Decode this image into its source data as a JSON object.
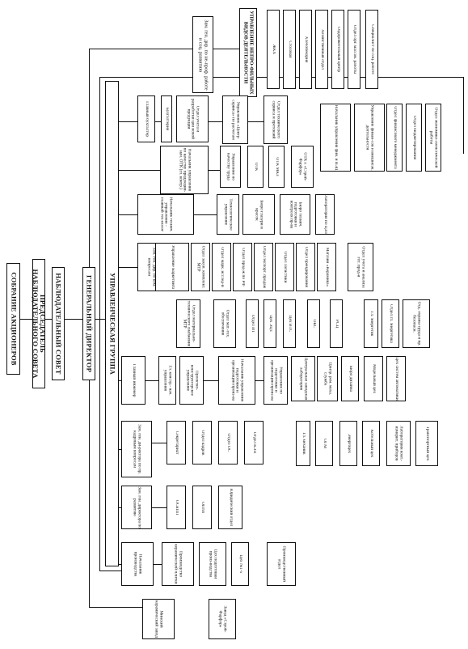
{
  "diagram": {
    "top": {
      "assembly": "СОБРАНИЕ АКЦИОНЕРОВ",
      "board_chair": "ПРЕДСЕДАТЕЛЬ НАБЛЮДАТЕЛЬНОГО СОВЕТА",
      "board": "НАБЛЮДАТЕЛЬНЫЙ СОВЕТ",
      "gen_director": "ГЕНЕРАЛЬНЫЙ ДИРЕКТОР",
      "mgmt_group": "УПРАВЛЕНЧЕСКАЯ ГРУППА"
    },
    "nonprofile": {
      "deputy": "Зам. ген. дир. по не-проф. работе и соц. развитию",
      "head": "УПРАВЛЕНИЕ НЕПРО-ФИЛЬНЫХ ВИДОВ ДЕЯТЕЛЬНОСТИ",
      "items": [
        "ЖКХ",
        "Столовая",
        "Хлебопекарня",
        "Хозяйственный отдел",
        "Оздоровительный центр",
        "Отдел орг. массов. работы",
        "Специалист по соц. работе"
      ]
    },
    "finance": {
      "chief_accountant": "Главный бухгалтер",
      "accounting": "Бухгалтерия",
      "acc_dept": "Отдел учета и разработки цен новой продукции",
      "quality_head": "Начальник управления по качеству продукции-нач. ОТК (гл. контр.)",
      "tech_center": "Управление «Центр сервиса» по расчетам",
      "claims": "Отдел технического сервиса и претензий",
      "quality_mgmt": "Управление по качеству труда",
      "otk": "ОТК",
      "otk_mkz": "ОТК МКЗ",
      "otk_sf": "ОТК г. «Строй-Фарфор»",
      "fin_head": "Начальник управления фин. и ВЭД",
      "fin_mgmt": "Управление финан-сов и внешнеэк. деятельности",
      "fin_dept": "Отдел финансового менеджмента",
      "budget_dept": "Отдел бюджетирования",
      "econ_dept": "Отдел экономико-логистической работы"
    },
    "tech": {
      "head": "Начальник технич. управления - главный тех-нолог",
      "tech_mgmt": "Технологическое управление",
      "bureau_glaze": "Бюро глазури и красок",
      "bureau_prep": "Бюро технич. подготовки и контроля пр-ва",
      "lab": "Лаборатория по ЦЗЛ"
    },
    "commerce": {
      "deputy": "Зам. ген. дир. по ком. вопросам",
      "marketing": "Управление маркетинга",
      "items": [
        "Отдел закуп. комплект. МТР",
        "Отдел марк. исслед-й",
        "Отдел прод-ж по РФ",
        "Отдел экспорт. продаж",
        "Отдел логистики",
        "Отдел брендирования",
        "Магазин «Керамика»",
        "Отдел учета и анализа гот. прод-и"
      ],
      "sub": [
        "Отдел материально-технического снабжения МТР",
        "Отдел мат.-тех. обеспечения",
        "Отдел ИТ",
        "Цех ЭЦТ",
        "Цех ВТС",
        "ОКС",
        "РСЦ",
        "Гл. энергетик",
        "Отдел гл. энергетика",
        "Отд. охраны труда и пр. безопасн."
      ]
    },
    "engineering": {
      "chief_engineer": "Главный инженер",
      "designer": "Гл. констр.- нач. управления",
      "design_mgmt": "Проектно-конструкторское управление",
      "prod_prep_head": "Начальник управления подготовки и организации произ-ва",
      "prod_mgmt": "Управление по подготовке и организации произ-ва",
      "central_lab": "Центральная заводская лаборатория",
      "repair_service": "Центр. рем. меха. служба",
      "design_bureau": "Бюро дизайна",
      "model_shop": "Модельный цех",
      "mech_workshop": "Цех систем автоматики",
      "chief_mech": "Гл. механик",
      "ogm": "ОГМ",
      "energy_shop": "Энергоцех",
      "boiler_shop": "Котельный цех",
      "lab_measure": "Лаборатория конт.-измерит. приборов",
      "transport_shop": "Транспортный цех"
    },
    "security": {
      "deputy": "Зам. ген. ди-ректора по пр. кадровым вопросам",
      "items": [
        "Секретариат",
        "Отдел кадров",
        "Отдел ОС",
        "Отдел КЭП",
        "Юридический отдел"
      ],
      "dev_deputy": "Зам. ген. директора по развитию",
      "dev_items": [
        "ОСиПП",
        "ОПтИ"
      ]
    },
    "production": {
      "head": "Начальник производства",
      "ceramics": "Производство керамической плитки",
      "prep": "Цех подготовки произ-водства",
      "shop": "Цех №1-5",
      "shop_extra": "Производственный отдел"
    },
    "subsidiaries": [
      "Минский керамический завод",
      "Завод «Строй-Фарфор»"
    ]
  }
}
